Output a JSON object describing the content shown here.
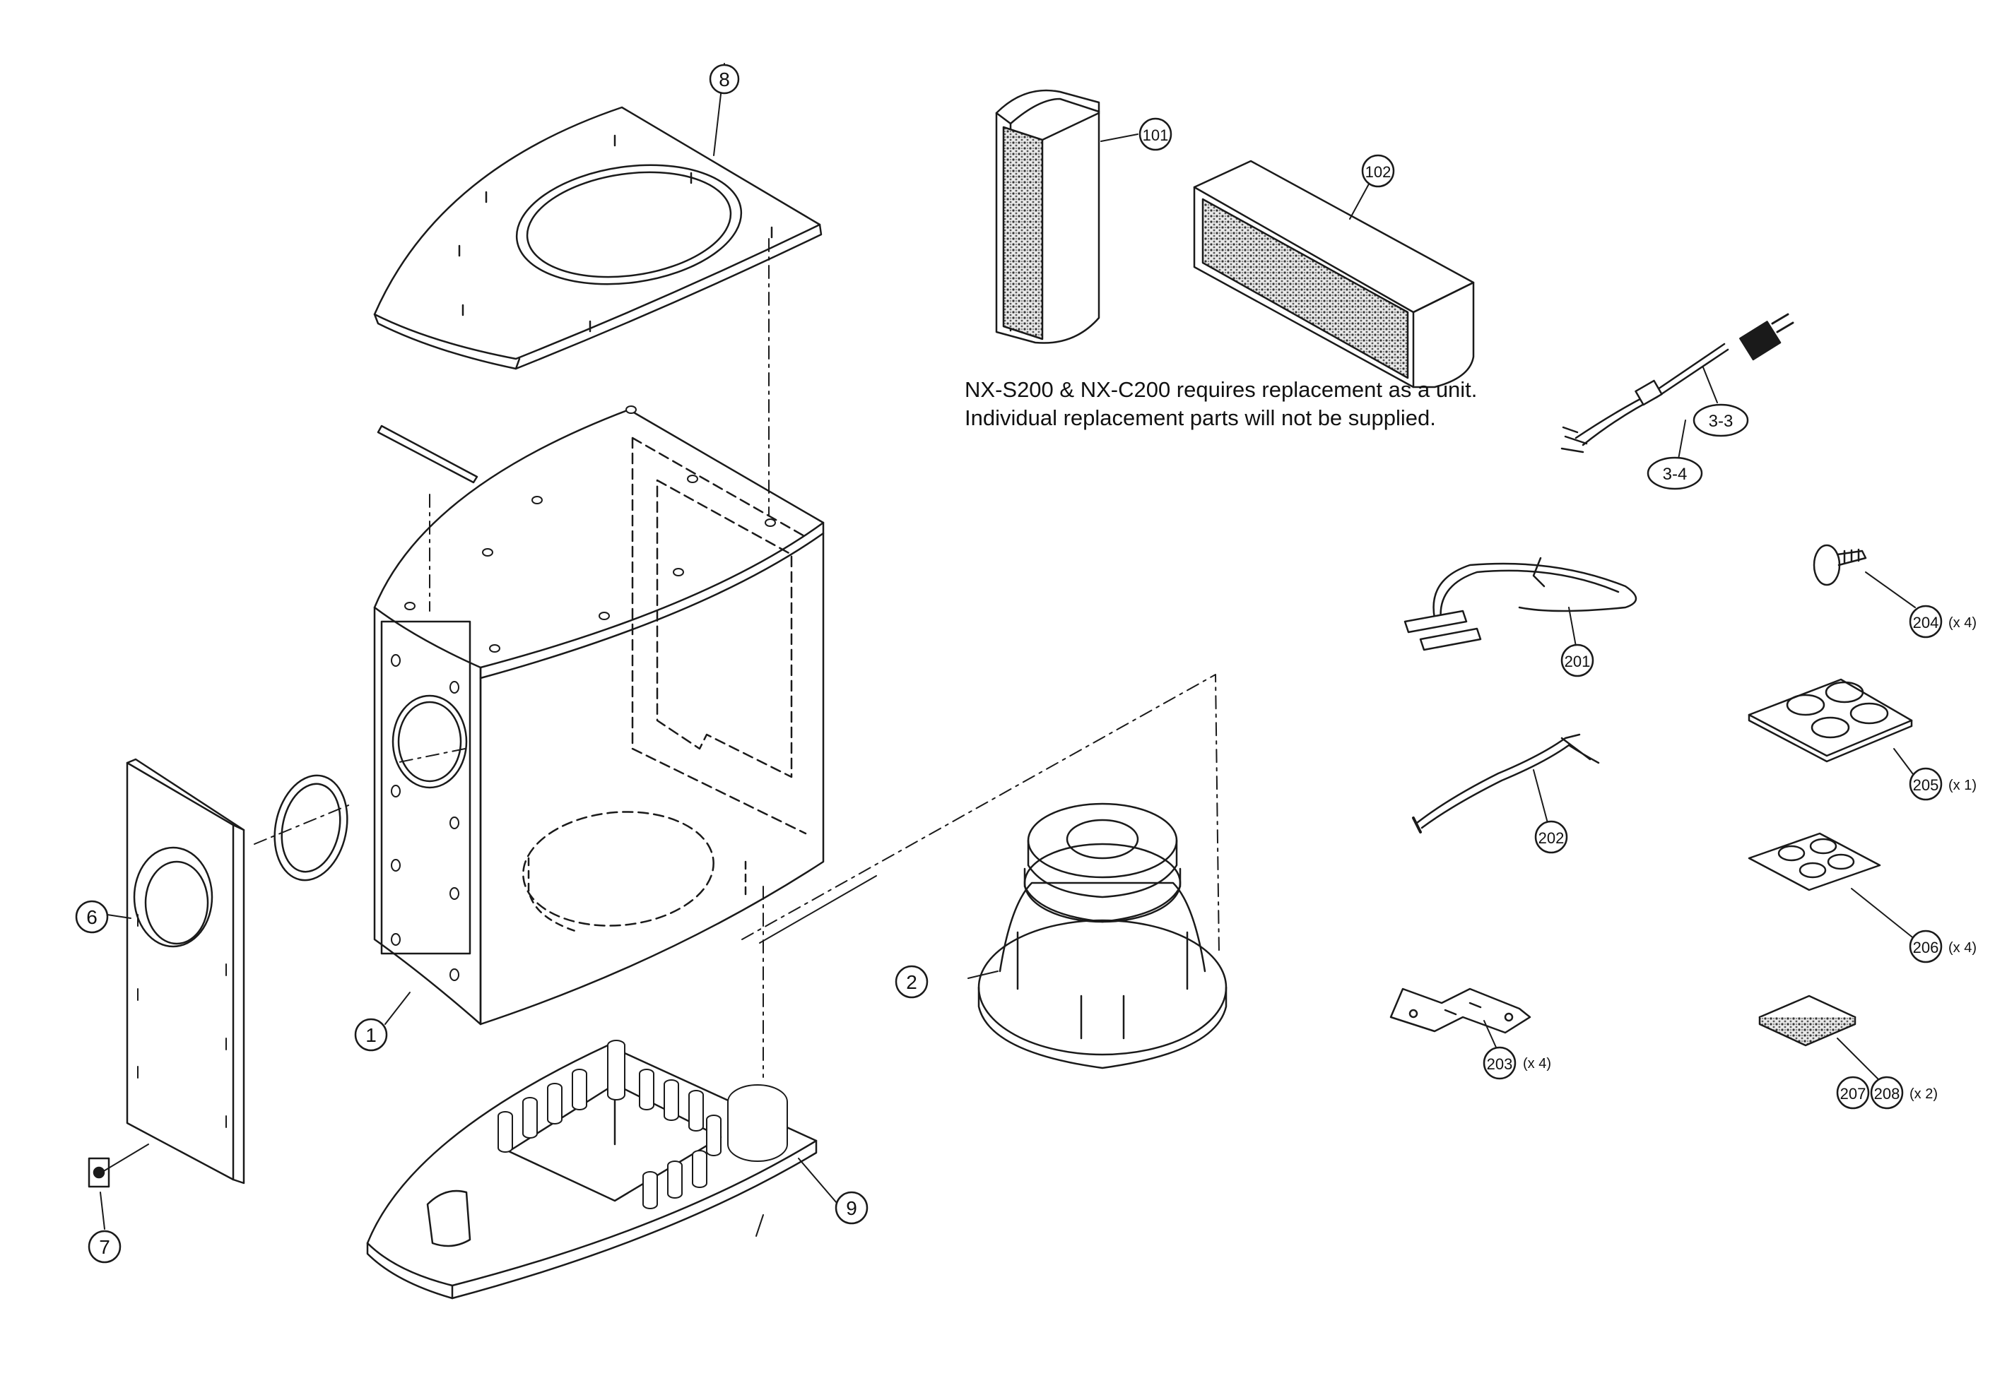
{
  "note": {
    "line1": "NX-S200 & NX-C200 requires replacement as a unit.",
    "line2": "Individual replacement parts will not be supplied."
  },
  "callouts": {
    "p1": "1",
    "p2": "2",
    "p6": "6",
    "p7": "7",
    "p8": "8",
    "p9": "9",
    "p101": "101",
    "p102": "102",
    "p3_3": "3-3",
    "p3_4": "3-4",
    "p201": "201",
    "p202": "202",
    "p203": "203",
    "p204": "204",
    "p205": "205",
    "p206": "206",
    "p207": "207",
    "p208": "208"
  },
  "quantities": {
    "q203": "(x 4)",
    "q204": "(x 4)",
    "q205": "(x 1)",
    "q206": "(x 4)",
    "q208": "(x 2)"
  },
  "colors": {
    "line": "#1a1a1a",
    "paper": "#ffffff",
    "grille": "#555555"
  }
}
